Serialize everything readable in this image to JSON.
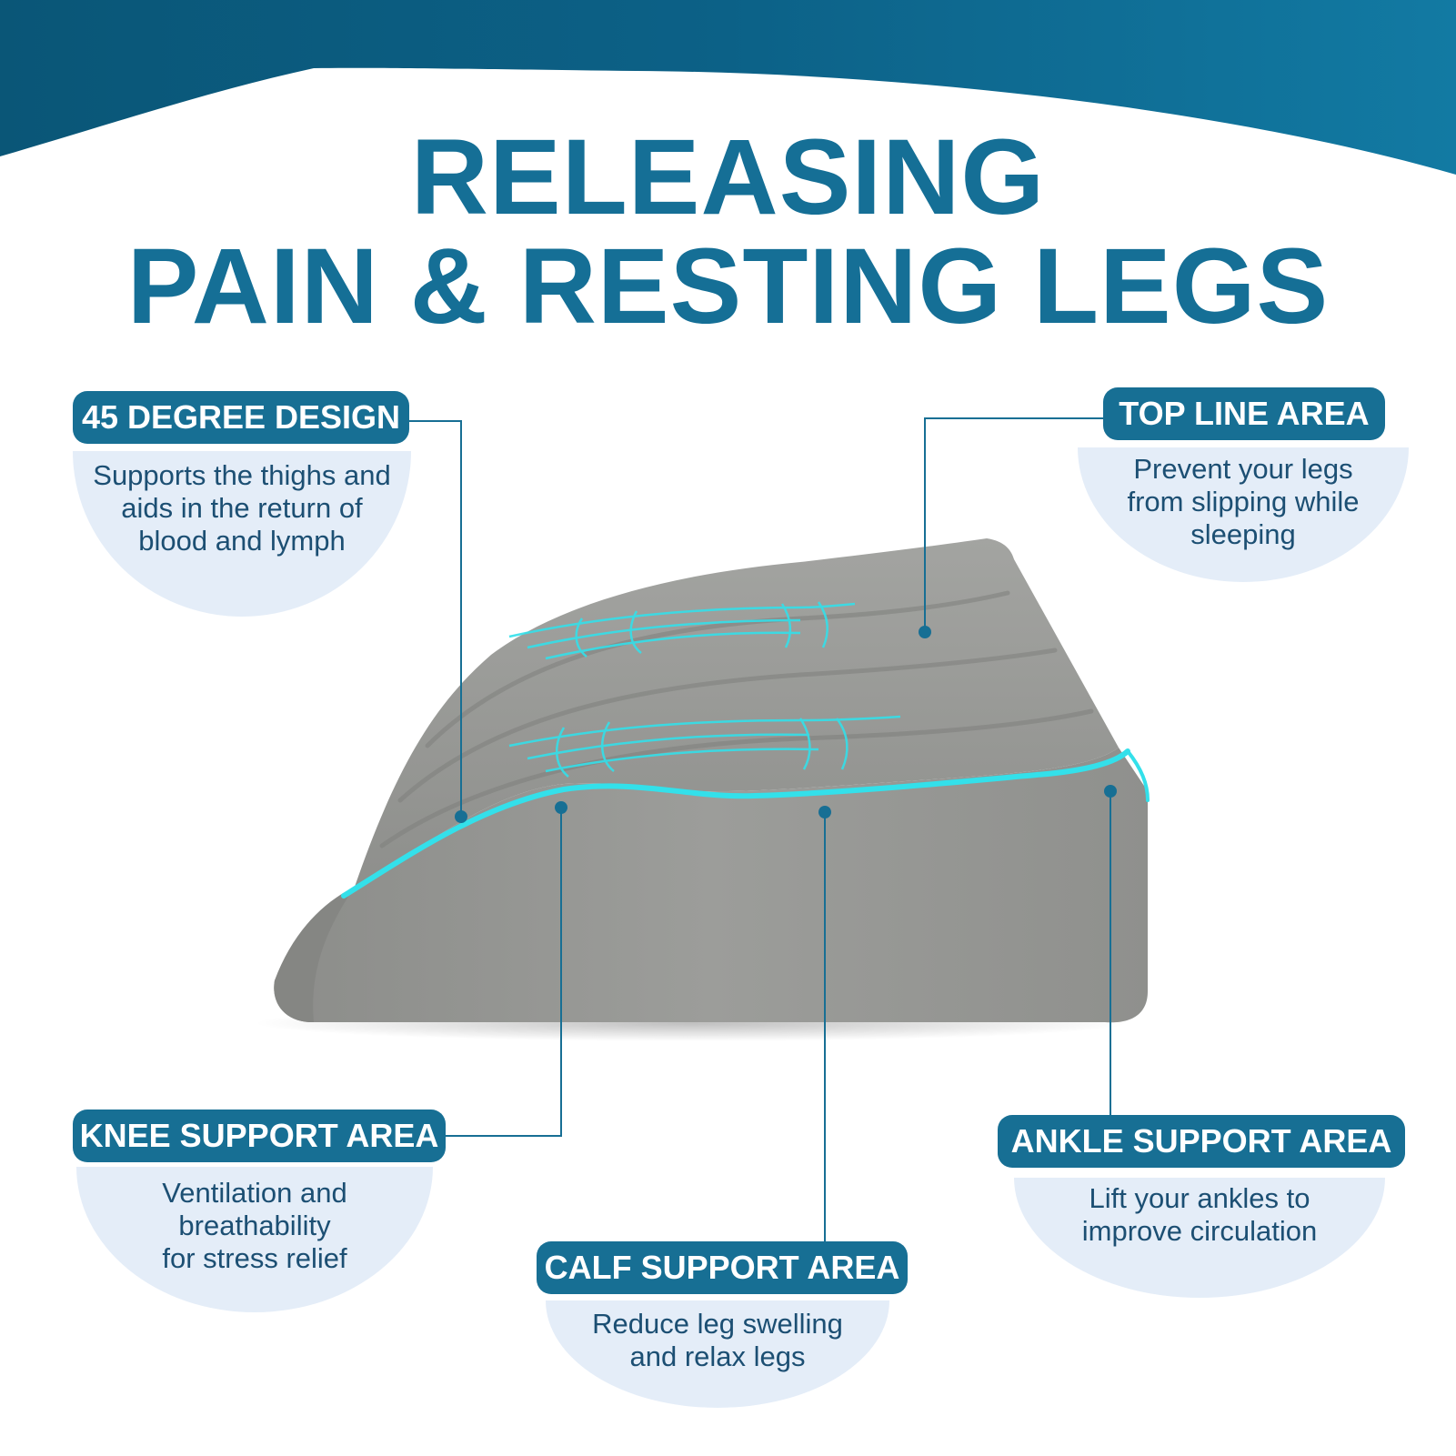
{
  "headline": {
    "line1": "RELEASING",
    "line2": "PAIN & RESTING LEGS"
  },
  "callouts": {
    "degree": {
      "label": "45 DEGREE DESIGN",
      "text": "Supports the thighs and\naids in the return of\nblood and lymph"
    },
    "top_line": {
      "label": "TOP LINE AREA",
      "text": "Prevent your legs\nfrom slipping while\nsleeping"
    },
    "knee": {
      "label": "KNEE SUPPORT AREA",
      "text": "Ventilation and\nbreathability\nfor stress relief"
    },
    "calf": {
      "label": "CALF SUPPORT AREA",
      "text": "Reduce leg swelling\nand relax legs"
    },
    "ankle": {
      "label": "ANKLE SUPPORT AREA",
      "text": "Lift your ankles to\nimprove circulation"
    }
  },
  "colors": {
    "brand_blue": "#176f94",
    "banner_dark": "#0c5d80",
    "bowl_fill": "#e4edf8",
    "pillow_gray": "#9a9b98",
    "highlight_cyan": "#33e0ea"
  }
}
